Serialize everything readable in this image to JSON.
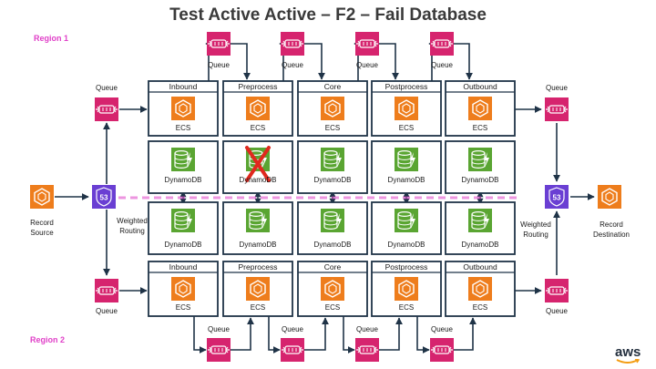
{
  "title": "Test Active Active – F2 – Fail Database",
  "regions": {
    "region1": "Region 1",
    "region2": "Region 2"
  },
  "stages": [
    "Inbound",
    "Preprocess",
    "Core",
    "Postprocess",
    "Outbound"
  ],
  "labels": {
    "ecs": "ECS",
    "dynamodb": "DynamoDB",
    "queue": "Queue",
    "record_source_1": "Record",
    "record_source_2": "Source",
    "record_dest_1": "Record",
    "record_dest_2": "Destination",
    "weighted_1": "Weighted",
    "weighted_2": "Routing",
    "route53": "53"
  },
  "failed_stage": "Preprocess",
  "brand": "aws",
  "colors": {
    "ecs_orange": "#ee7d1c",
    "dynamo_green": "#5aa532",
    "queue_pink": "#d6246e",
    "route53_purple": "#6a3fd3",
    "frame_navy": "#1f3347",
    "region_magenta": "#e040c8",
    "fail_red": "#e0281e"
  },
  "icons": {
    "ecs": "ecs-icon",
    "dynamodb": "dynamodb-icon",
    "queue": "queue-icon",
    "route53": "route53-icon",
    "fail": "fail-x-icon"
  }
}
